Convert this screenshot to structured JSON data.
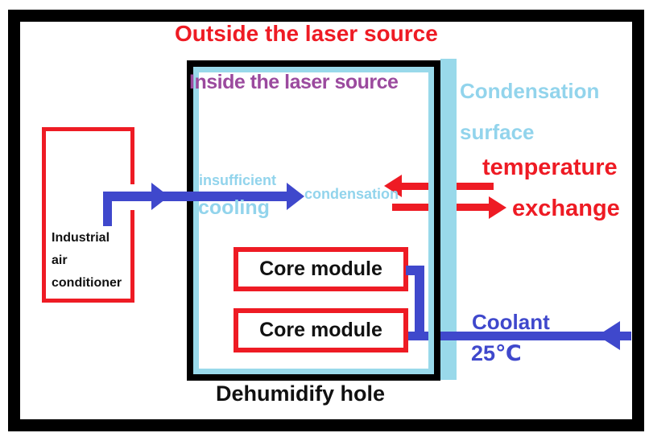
{
  "diagram": {
    "title": "Outside the laser source",
    "inner_box": {
      "title": "Inside the laser source",
      "bottom_label": "Dehumidify hole"
    },
    "condensation_surface": {
      "line1": "Condensation",
      "line2": "surface"
    },
    "heat_flow": {
      "line1": "temperature",
      "line2": "exchange"
    },
    "airflow": {
      "insufficient": "insufficient",
      "cooling": "cooling",
      "condensation": "condensation"
    },
    "air_conditioner": {
      "line1": "Industrial",
      "line2": "air",
      "line3": "conditioner"
    },
    "core_modules": [
      "Core module",
      "Core module"
    ],
    "coolant": {
      "label": "Coolant",
      "temperature": "25℃"
    },
    "colors": {
      "red": "#ee1b24",
      "dark_blue": "#3f48cc",
      "light_blue": "#99d9ea",
      "light_blue_text": "#92d4ec",
      "purple": "#9b4a9e",
      "frame_black": "#000000"
    }
  }
}
